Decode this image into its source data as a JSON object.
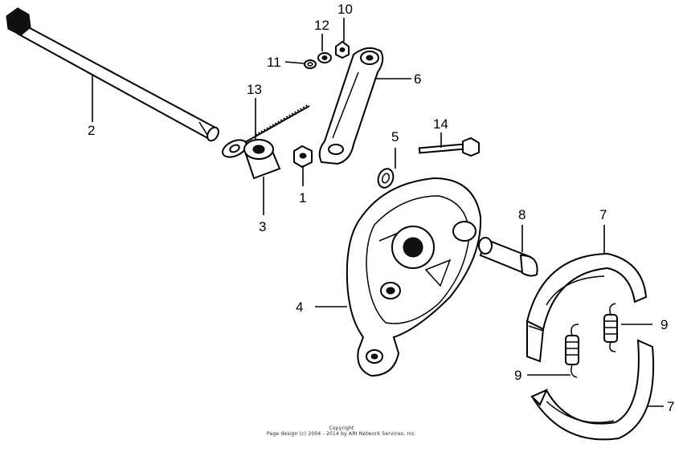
{
  "callouts": {
    "c1": "1",
    "c2": "2",
    "c3": "3",
    "c4": "4",
    "c5": "5",
    "c6": "6",
    "c7a": "7",
    "c7b": "7",
    "c8": "8",
    "c9a": "9",
    "c9b": "9",
    "c10": "10",
    "c11": "11",
    "c12": "12",
    "c13": "13",
    "c14": "14"
  },
  "footer": {
    "line1": "Copyright",
    "line2": "Page design (c) 2004 - 2014 by ARI Network Services, Inc."
  }
}
